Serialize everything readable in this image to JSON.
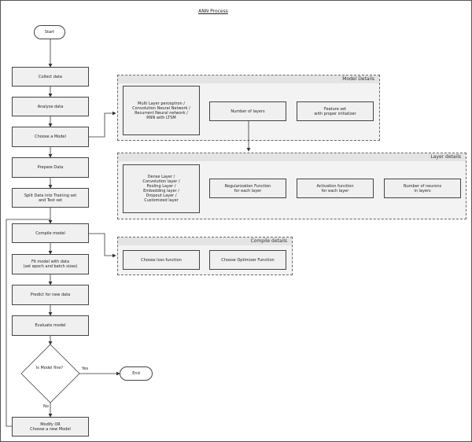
{
  "title": "ANN Process",
  "nodes": {
    "start": "Start",
    "collect": "Collect data",
    "analyse": "Analyse data",
    "choose": "Choose a Model",
    "prepare": "Prepare Data",
    "split": "Split Data into Training set\nand Test set",
    "compile": "Compile model",
    "fit": "Fit model with data\n(set epoch and batch sizes)",
    "predict": "Predict for new data",
    "evaluate": "Evaluate model",
    "decision": "Is Model fine?",
    "end": "End",
    "modify": "Modify OR\nChoose a new Model"
  },
  "edge_labels": {
    "yes": "Yes",
    "no": "No"
  },
  "model_details": {
    "title": "Model Details",
    "items": [
      "Multi Layer perceptron /\nConvolution Neural Network /\nRecurrent Neural network /\nRNN with LTSM",
      "Number of layers",
      "Feature set\nwith proper initializer"
    ]
  },
  "layer_details": {
    "title": "Layer details",
    "items": [
      "Dense Layer /\nConvolution layer /\nPooling Layer /\nEmbedding layer /\nDropout Layer /\nCustomized layer",
      "Regularization Function\nfor each layer",
      "Activation function\nfor each layer",
      "Number of neurons\nin layers"
    ]
  },
  "compile_details": {
    "title": "Compile details",
    "items": [
      "Choose loss function",
      "Choose Optimizer Function"
    ]
  }
}
